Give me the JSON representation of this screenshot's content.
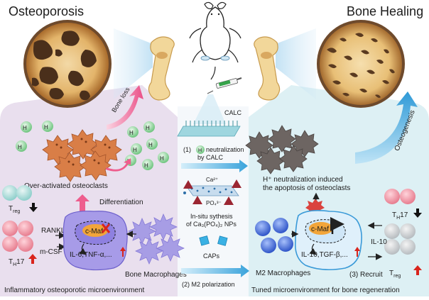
{
  "titles": {
    "left": "Osteoporosis",
    "right": "Bone Healing"
  },
  "left_panel": {
    "h_plus": "H",
    "bone_loss": "Bone loss",
    "over_activated": "Over-activated osteoclasts",
    "differentiation": "Differentiation",
    "treg": "T",
    "treg_sub": "reg",
    "th17": "T",
    "th17_sub": "H",
    "th17_num": "17",
    "rankl": "RANKL",
    "mcsf": "m-CSF",
    "cmaf": "c-Maf",
    "cytokines": "IL-6,TNF-α,...",
    "bone_macrophages": "Bone Macrophages",
    "footer": "Inflammatory osteoporotic microenvironment"
  },
  "center": {
    "calc": "CALC",
    "step1_num": "(1)",
    "step1_text": "neutralization",
    "step1_by": "by CALC",
    "ca": "Ca²⁺",
    "po4": "PO₄³⁻",
    "insitu1": "In-situ sythesis",
    "insitu2": "of Ca₃(PO₄)₂ NPs",
    "caps": "CAPs",
    "step2": "(2) M2 polarization"
  },
  "right_panel": {
    "osteogenesis": "Osteogenesis",
    "neutral1": "H⁺ neutralization induced",
    "neutral2": "the apoptosis of osteoclasts",
    "th17": "T",
    "th17_sub": "H",
    "th17_num": "17",
    "treg": "T",
    "treg_sub": "reg",
    "il10": "IL-10",
    "cmaf": "c-Maf",
    "cytokines": "IL-10,TGF-β,...",
    "m2": "M2 Macrophages",
    "recruit": "(3) Recruit",
    "footer": "Tuned microenvironment for bone regeneration"
  },
  "colors": {
    "left_bg": "#e7dcec",
    "right_bg": "#dff0f4",
    "osteoclast": "#d97e47",
    "apoptotic_osteoclast": "#6d6562",
    "h_plus": "#7fcf8c",
    "macrophage": "#9f96e4",
    "m2": "#4b6ee0",
    "arrow_blue": "#3aa3db",
    "arrow_pink": "#ee5d8d",
    "up_red": "#d9251d"
  }
}
